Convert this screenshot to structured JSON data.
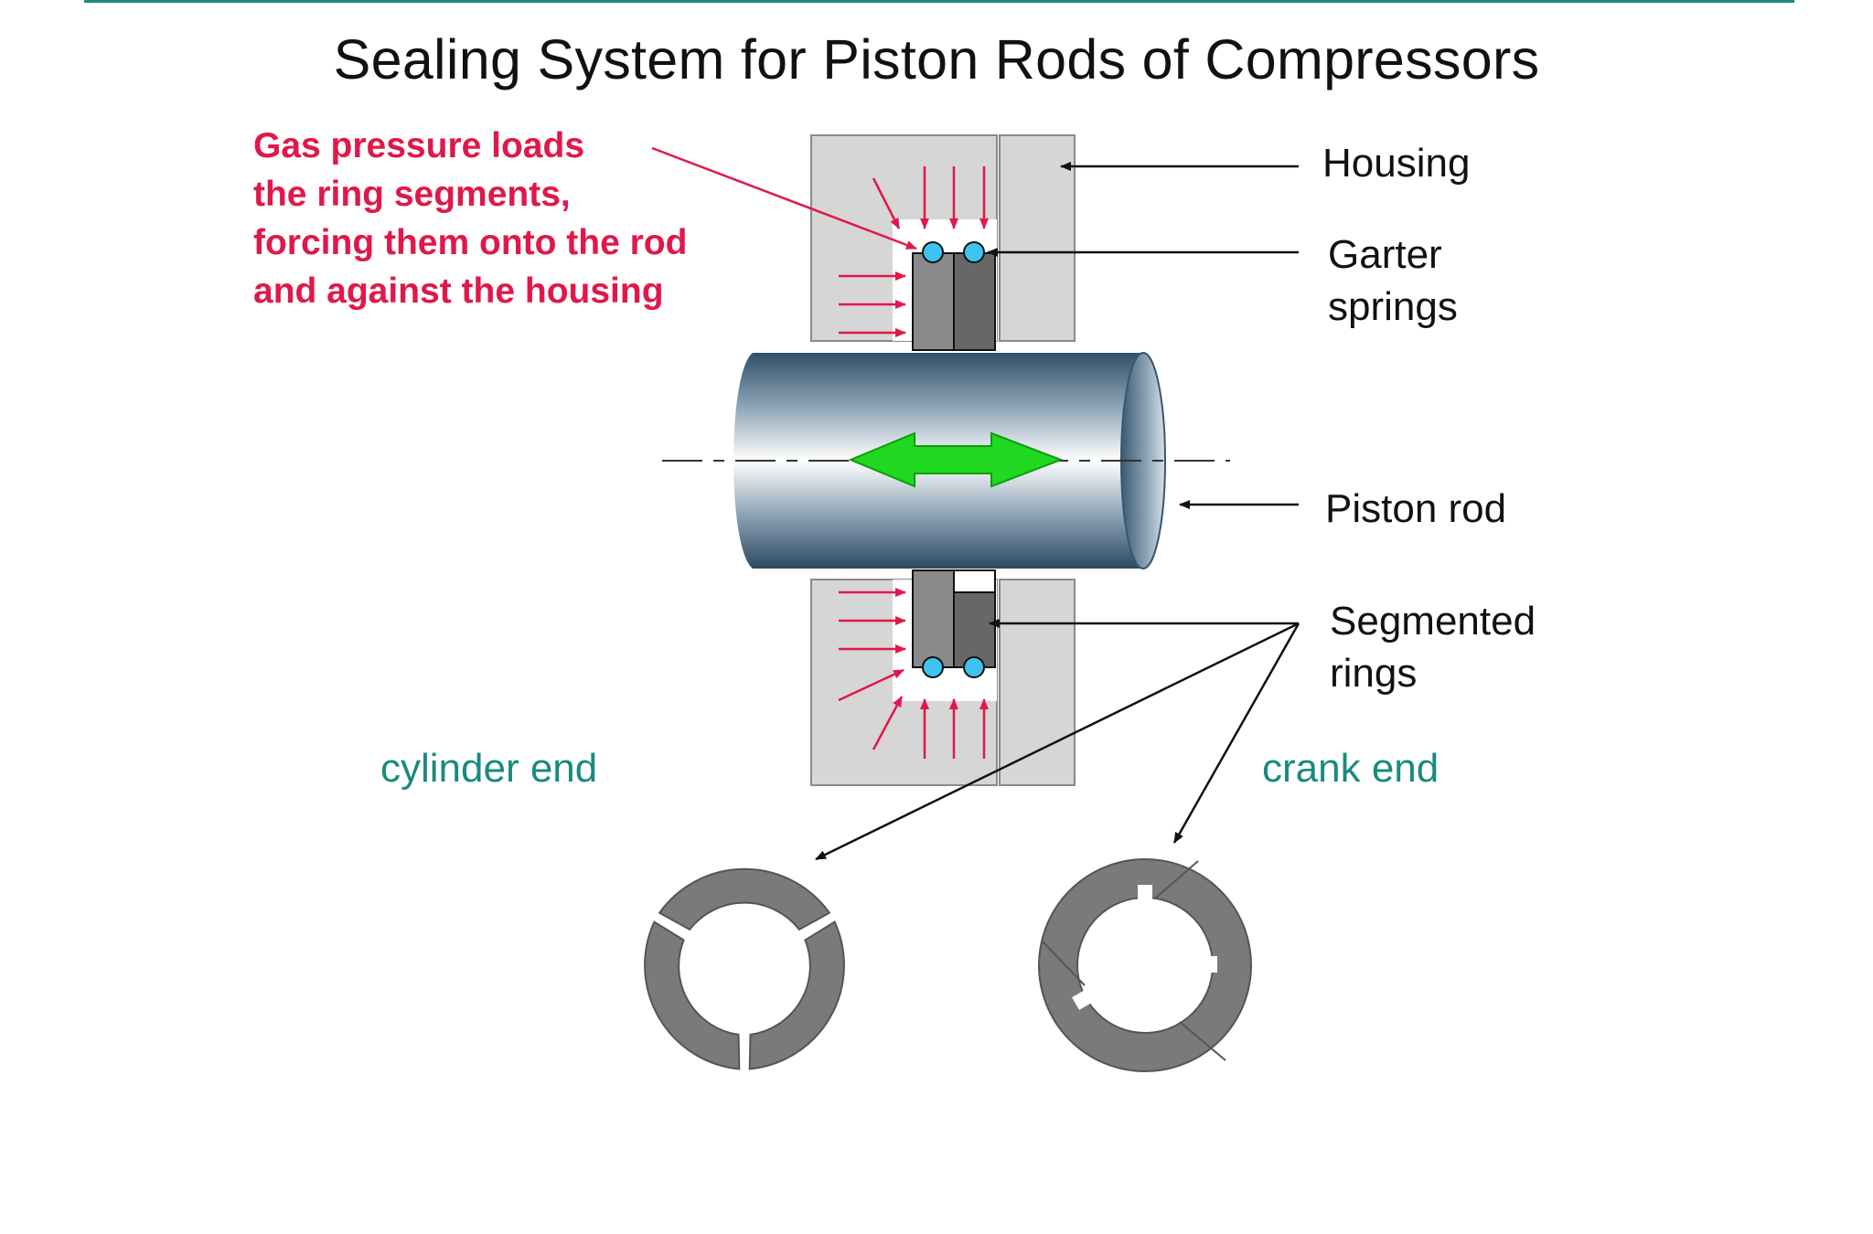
{
  "title": "Sealing System for Piston Rods of Compressors",
  "annotation": {
    "lines": [
      "Gas pressure loads",
      "the ring segments,",
      "forcing them onto the rod",
      "and against the housing"
    ]
  },
  "labels": {
    "housing": "Housing",
    "garter_springs": [
      "Garter",
      "springs"
    ],
    "piston_rod": "Piston rod",
    "segmented_rings": [
      "Segmented",
      "rings"
    ]
  },
  "ends": {
    "cylinder": "cylinder end",
    "crank": "crank end"
  },
  "colors": {
    "accent_rule": "#1f8a7e",
    "annotation": "#e0184a",
    "end_labels": "#1a8a7e",
    "housing_fill": "#d6d6d6",
    "ring_fill": "#777777",
    "garter_spring": "#3ec3f0",
    "motion_arrow": "#1fd81f"
  }
}
